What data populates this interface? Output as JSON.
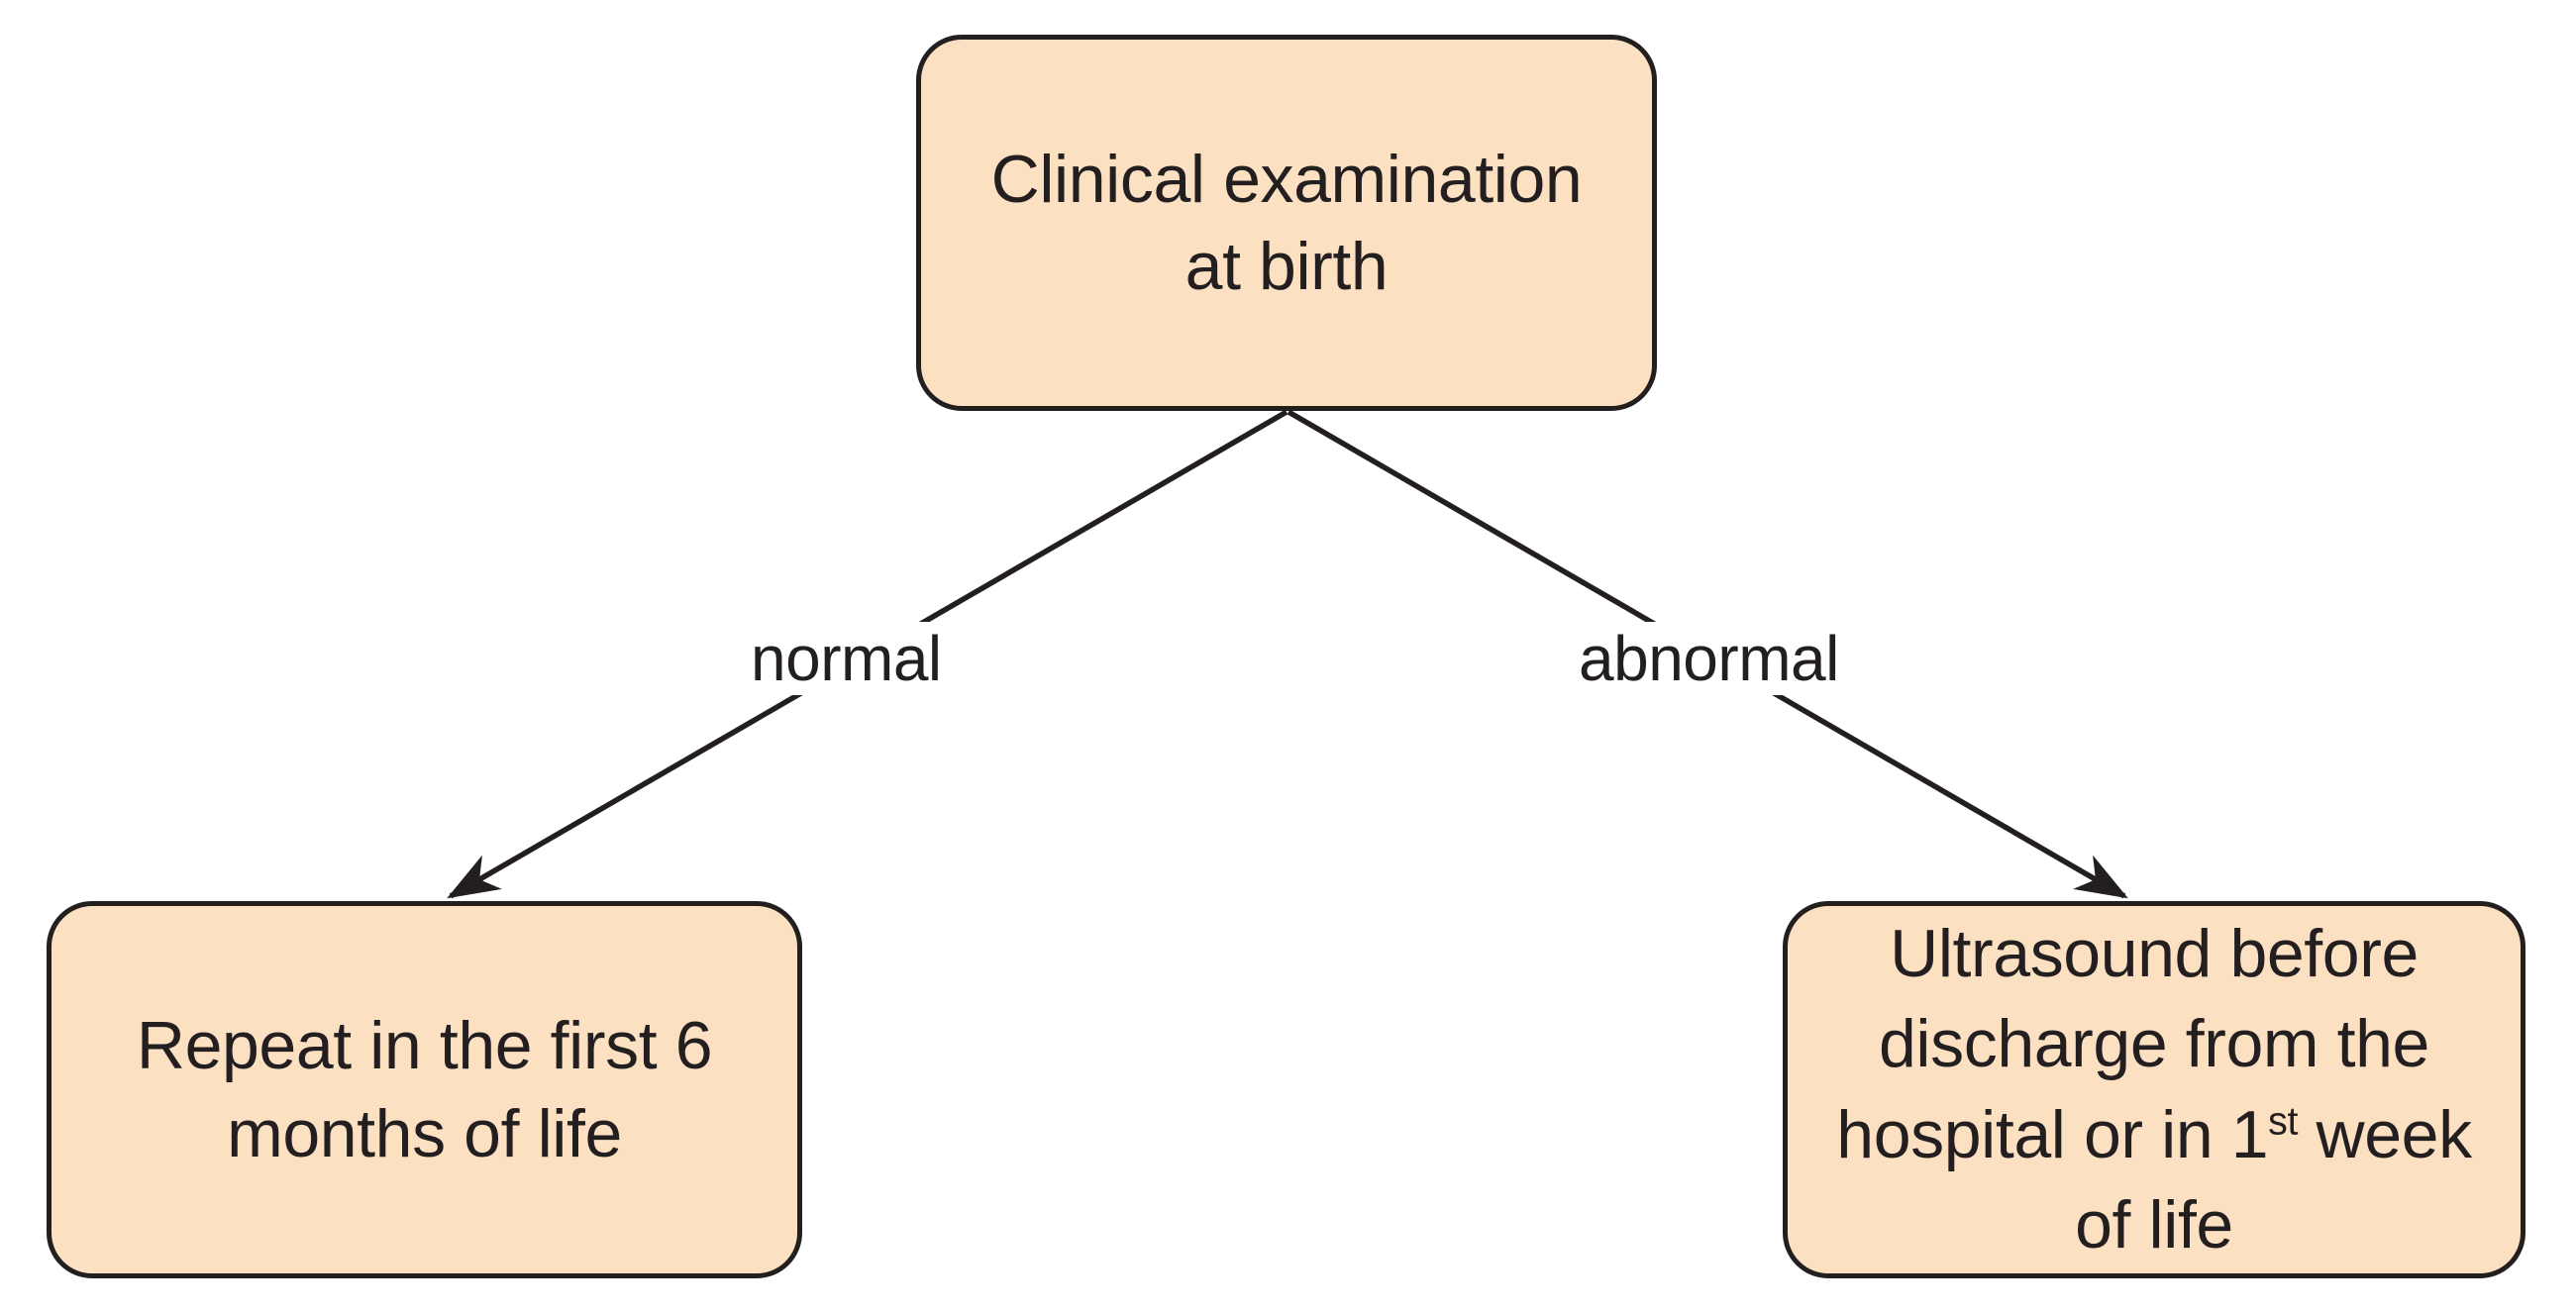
{
  "diagram": {
    "type": "flowchart",
    "title": "",
    "background_color": "#ffffff",
    "node_fill_color": "#fce0c2",
    "node_border_color": "#231f1f",
    "text_color": "#231f20",
    "edge_color": "#231f20",
    "nodes": [
      {
        "id": "root",
        "label": "Clinical examination\nat birth",
        "shape": "rounded-rectangle"
      },
      {
        "id": "normal",
        "label": "Repeat in the first 6\nmonths of life",
        "shape": "rounded-rectangle"
      },
      {
        "id": "abnormal",
        "label_line1": "Ultrasound before",
        "label_line2": "discharge from the",
        "label_line3_pre": "hospital or in 1",
        "label_line3_sup": "st",
        "label_line3_post": " week",
        "label_line4": "of life",
        "shape": "rounded-rectangle"
      }
    ],
    "edges": [
      {
        "id": "edge-normal",
        "from": "root",
        "to": "normal",
        "label": "normal",
        "arrowhead": "filled-triangle"
      },
      {
        "id": "edge-abnormal",
        "from": "root",
        "to": "abnormal",
        "label": "abnormal",
        "arrowhead": "filled-triangle"
      }
    ]
  }
}
